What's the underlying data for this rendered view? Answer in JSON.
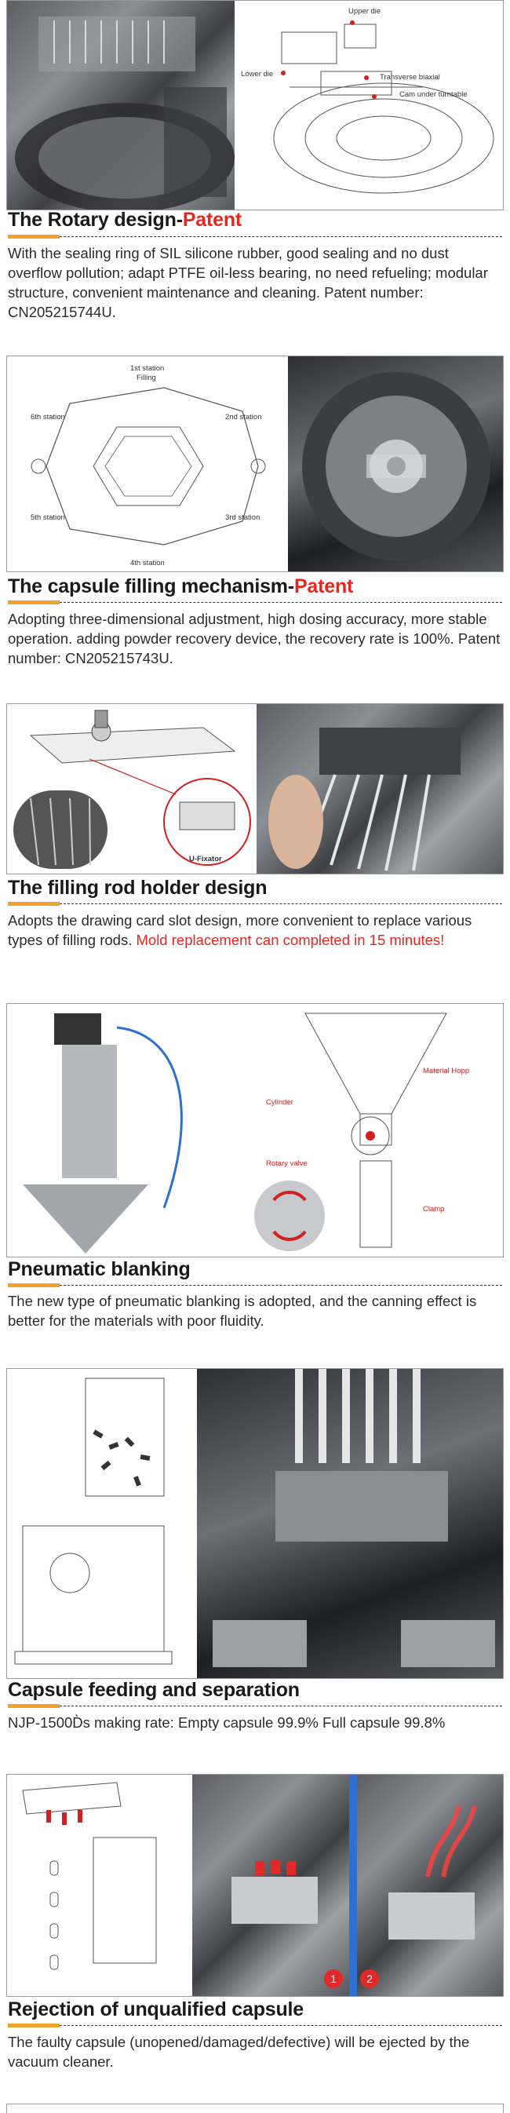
{
  "sections": [
    {
      "title_main": "The Rotary design-",
      "title_accent": "Patent",
      "description": "With the sealing ring of SIL silicone rubber, good sealing and no dust overflow pollution; adapt PTFE oil-less bearing, no need refueling; modular structure, convenient maintenance and cleaning. Patent number: CN205215744U.",
      "labels": [
        "Upper die",
        "Lower die",
        "Transverse biaxial",
        "Cam under turntable"
      ]
    },
    {
      "title_main": "The capsule filling mechanism-",
      "title_accent": "Patent",
      "description": "Adopting three-dimensional adjustment, high dosing accuracy, more stable operation. adding powder recovery device, the recovery rate is 100%. Patent number: CN205215743U.",
      "labels": [
        "1st station",
        "Filling",
        "2nd station",
        "3rd station",
        "4th station",
        "5th station",
        "6th station"
      ]
    },
    {
      "title_main": "The filling rod holder design",
      "description": "Adopts the drawing card slot design, more convenient to replace various types of filling rods. ",
      "description_red": "Mold replacement can completed in 15 minutes!",
      "labels": [
        "U-Fixator"
      ]
    },
    {
      "title_main": "Pneumatic blanking",
      "description": "The new type of pneumatic blanking is adopted, and the canning effect is better for the materials with poor fluidity.",
      "labels": [
        "Material Hopp",
        "Cylinder",
        "Rotary valve",
        "Clamp"
      ]
    },
    {
      "title_main": "Capsule feeding and separation",
      "description": "NJP-1500D̀s making rate: Empty capsule 99.9%  Full capsule 99.8%"
    },
    {
      "title_main": "Rejection of unqualified capsule",
      "description": "The faulty capsule (unopened/damaged/defective) will be ejected by the vacuum cleaner.",
      "badges": [
        "1",
        "2"
      ]
    }
  ]
}
